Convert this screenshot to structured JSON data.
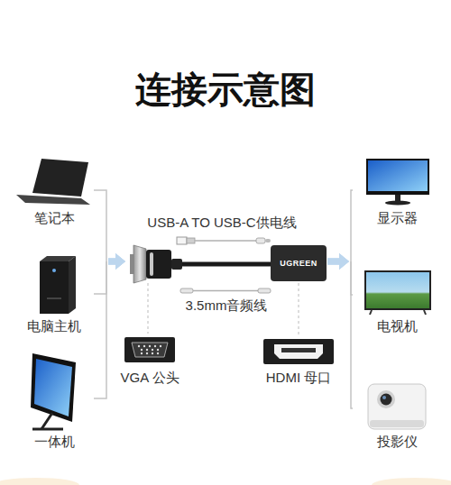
{
  "diagram": {
    "title": "连接示意图",
    "nodes": [
      {
        "text": [
          "笔记本"
        ]
      },
      {
        "text": [
          "电脑主机"
        ]
      },
      {
        "text": [
          "一体机"
        ]
      },
      {
        "text": [
          "UGREEN"
        ]
      },
      {
        "text": [
          "显示器"
        ]
      },
      {
        "text": [
          "电视机"
        ]
      },
      {
        "text": [
          "投影仪"
        ]
      }
    ],
    "edges": [
      {
        "from": 0,
        "to": 3,
        "arrow": "to"
      },
      {
        "from": 1,
        "to": 3,
        "arrow": "to"
      },
      {
        "from": 2,
        "to": 3,
        "arrow": "to"
      },
      {
        "from": 3,
        "to": 4,
        "arrow": "to"
      },
      {
        "from": 3,
        "to": 5,
        "arrow": "to"
      },
      {
        "from": 3,
        "to": 6,
        "arrow": "to"
      }
    ],
    "labels": [
      "USB-A TO USB-C供电线",
      "3.5mm音频线",
      "VGA 公头",
      "HDMI 母口"
    ]
  }
}
